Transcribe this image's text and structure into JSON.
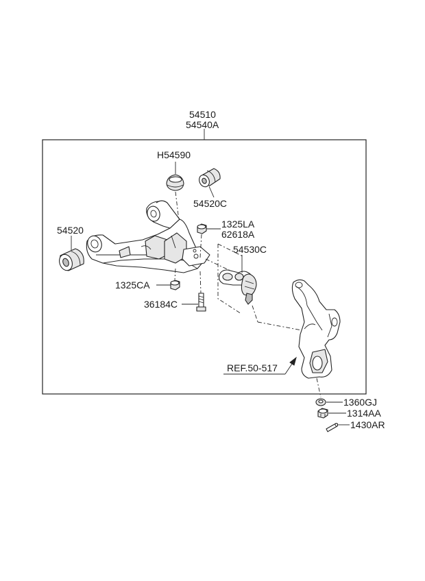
{
  "labels": {
    "assembly": "54510",
    "assembly_alt": "54540A",
    "dust_cover": "H54590",
    "bushing_rear": "54520C",
    "bushing_front": "54520",
    "nut_upper_1": "1325LA",
    "nut_upper_2": "62618A",
    "ball_joint": "54530C",
    "nut_lower": "1325CA",
    "bolt": "36184C",
    "reference": "REF.50-517",
    "washer": "1360GJ",
    "castle_nut": "1314AA",
    "cotter_pin": "1430AR"
  }
}
